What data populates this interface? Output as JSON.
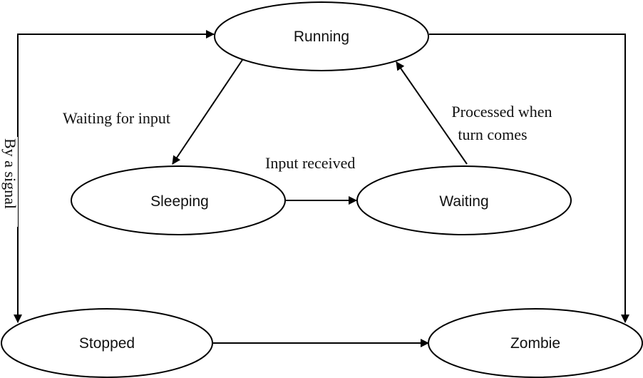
{
  "states": {
    "running": "Running",
    "sleeping": "Sleeping",
    "waiting": "Waiting",
    "stopped": "Stopped",
    "zombie": "Zombie"
  },
  "transitions": {
    "running_to_sleeping": "Waiting for input",
    "sleeping_to_waiting": "Input received",
    "waiting_to_running_line1": "Processed when",
    "waiting_to_running_line2": "turn comes",
    "signal": "By a signal"
  }
}
